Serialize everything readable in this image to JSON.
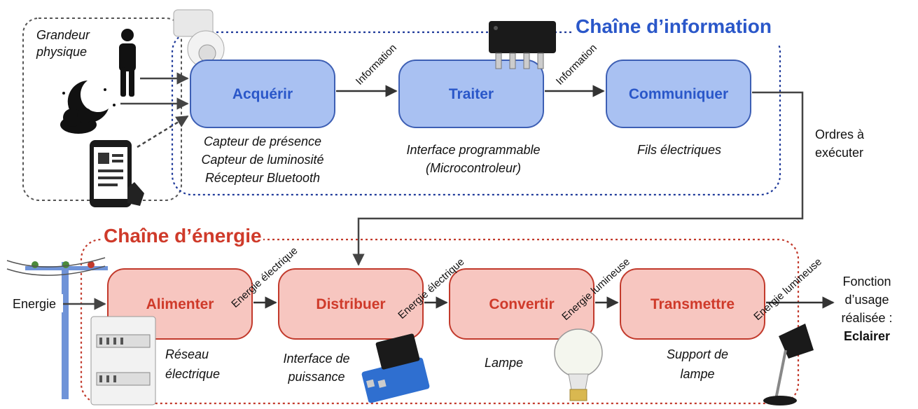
{
  "colors": {
    "info_fill": "#a9c1f2",
    "info_stroke": "#3d5fb4",
    "info_text": "#2a57c9",
    "info_dash": "#1f3a9a",
    "energy_fill": "#f7c6c0",
    "energy_stroke": "#c23a2c",
    "energy_text": "#cf3a2a",
    "arrow": "#444444"
  },
  "info_chain": {
    "title": "Chaîne d’information",
    "inputs_label": [
      "Grandeur",
      "physique"
    ],
    "blocks": [
      {
        "label": "Acquérir",
        "notes": [
          "Capteur de présence",
          "Capteur de luminosité",
          "Récepteur Bluetooth"
        ]
      },
      {
        "label": "Traiter",
        "notes": [
          "Interface programmable",
          "(Microcontroleur)"
        ]
      },
      {
        "label": "Communiquer",
        "notes": [
          "Fils électriques"
        ]
      }
    ],
    "flows": [
      "Information",
      "Information"
    ],
    "orders_label": [
      "Ordres à",
      "exécuter"
    ]
  },
  "energy_chain": {
    "title": "Chaîne d’énergie",
    "input_label": "Energie",
    "blocks": [
      {
        "label": "Alimenter",
        "notes": [
          "Réseau",
          "électrique"
        ]
      },
      {
        "label": "Distribuer",
        "notes": [
          "Interface de",
          "puissance"
        ]
      },
      {
        "label": "Convertir",
        "notes": [
          "Lampe"
        ]
      },
      {
        "label": "Transmettre",
        "notes": [
          "Support de",
          "lampe"
        ]
      }
    ],
    "flows": [
      "Energie électrique",
      "Energie électrique",
      "Energie lumineuse",
      "Energie lumineuse"
    ],
    "output": {
      "lines": [
        "Fonction",
        "d’usage",
        "réalisée :"
      ],
      "action": "Eclairer"
    }
  },
  "icons": [
    "person-icon",
    "moon-clouds-icon",
    "smartphone-icon",
    "motion-sensor-icon",
    "microchip-icon",
    "power-pole-icon",
    "electrical-panel-icon",
    "relay-module-icon",
    "light-bulb-icon",
    "desk-lamp-icon"
  ]
}
